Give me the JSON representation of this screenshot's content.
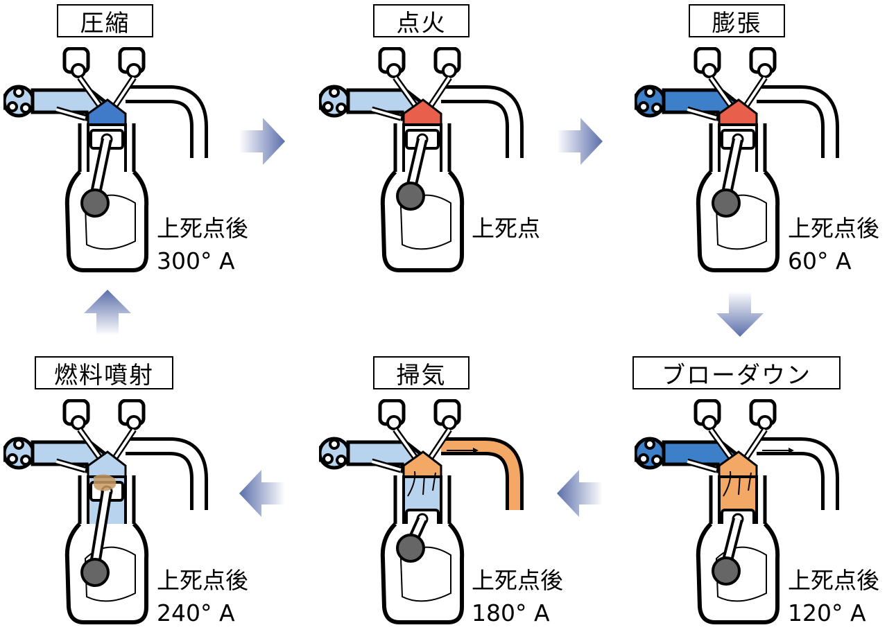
{
  "colors": {
    "intake_air": "#b7d3ee",
    "intake_dark": "#3e7fc9",
    "compression": "#3f7bc8",
    "combustion": "#e8604c",
    "exhaust": "#f3a865",
    "fuel_spray": "#c79a62",
    "arrow": "#5b6eaa"
  },
  "stages": [
    {
      "id": "compression",
      "title": "圧縮",
      "line1": "上死点後",
      "line2": "300° A"
    },
    {
      "id": "ignition",
      "title": "点火",
      "line1": "上死点",
      "line2": ""
    },
    {
      "id": "expansion",
      "title": "膨張",
      "line1": "上死点後",
      "line2": "60° A"
    },
    {
      "id": "fuel-injection",
      "title": "燃料噴射",
      "line1": "上死点後",
      "line2": "240° A"
    },
    {
      "id": "scavenging",
      "title": "掃気",
      "line1": "上死点後",
      "line2": "180° A"
    },
    {
      "id": "blowdown",
      "title": "ブローダウン",
      "line1": "上死点後",
      "line2": "120° A"
    }
  ]
}
